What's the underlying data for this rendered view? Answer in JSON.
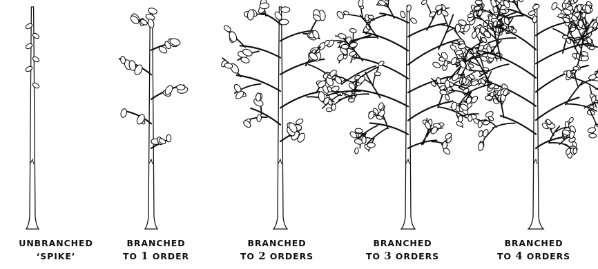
{
  "figure": {
    "trees": [
      {
        "id": "unbranched",
        "label_line1": "UNBRANCHED",
        "label_line2_pre": "‘SPIKE’",
        "label_line2_num": "",
        "label_line2_post": "",
        "order": 0
      },
      {
        "id": "order-1",
        "label_line1": "BRANCHED",
        "label_line2_pre": "TO ",
        "label_line2_num": "1",
        "label_line2_post": " ORDER",
        "order": 1
      },
      {
        "id": "order-2",
        "label_line1": "BRANCHED",
        "label_line2_pre": "TO ",
        "label_line2_num": "2",
        "label_line2_post": " ORDERS",
        "order": 2
      },
      {
        "id": "order-3",
        "label_line1": "BRANCHED",
        "label_line2_pre": "TO ",
        "label_line2_num": "3",
        "label_line2_post": " ORDERS",
        "order": 3
      },
      {
        "id": "order-4",
        "label_line1": "BRANCHED",
        "label_line2_pre": "TO ",
        "label_line2_num": "4",
        "label_line2_post": " ORDERS",
        "order": 4
      }
    ],
    "colors": {
      "ink": "#111111",
      "background": "#ffffff"
    }
  }
}
